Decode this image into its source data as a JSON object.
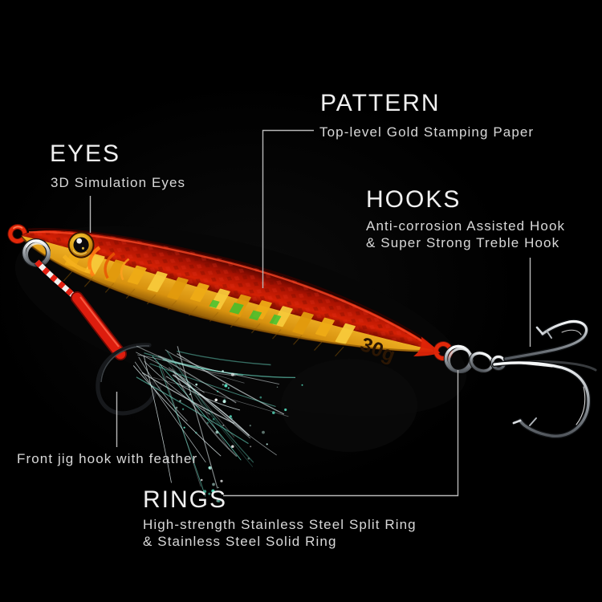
{
  "lure": {
    "weight_marking": "30g"
  },
  "annotations": {
    "eyes": {
      "title": "EYES",
      "description": "3D Simulation Eyes"
    },
    "pattern": {
      "title": "PATTERN",
      "description": "Top-level Gold Stamping Paper"
    },
    "hooks": {
      "title": "HOOKS",
      "description_line1": "Anti-corrosion Assisted Hook",
      "description_line2": "& Super Strong Treble Hook"
    },
    "front_hook": {
      "label": "Front jig hook with feather"
    },
    "rings": {
      "title": "RINGS",
      "description_line1": "High-strength Stainless Steel Split Ring",
      "description_line2": "& Stainless Steel Solid Ring"
    }
  },
  "colors": {
    "background": "#000000",
    "title_text": "#f0f0f0",
    "description_text": "#d8d8d8",
    "connector_line": "#b8b8b8",
    "body_red": "#c41a04",
    "body_dark_red": "#4a0400",
    "body_gold": "#f0ac1c",
    "stamping_gold": "#f3b81e",
    "holo_green": "#35c230",
    "eye_gold": "#e8b420",
    "cord_red": "#e32012",
    "cord_white": "#f2f0ee",
    "feather_white": "#dde8ea",
    "feather_teal": "#6fe8cf",
    "hook_black": "#17191c",
    "hook_silver": "#c9ced3",
    "weight_text": "#2b1603"
  }
}
